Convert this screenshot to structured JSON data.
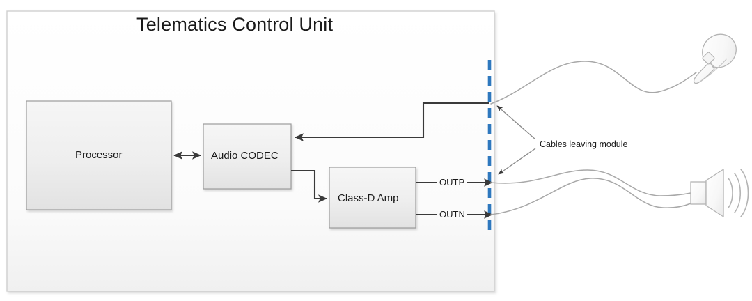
{
  "diagram": {
    "title": "Telematics Control Unit",
    "type": "block-diagram",
    "module": {
      "name": "Telematics Control Unit",
      "boundary_style": "solid-rectangle",
      "open_edge_style": "blue-dashed-line",
      "open_edge_color": "#2E78BE"
    },
    "blocks": [
      {
        "id": "processor",
        "label": "Processor"
      },
      {
        "id": "audio-codec",
        "label": "Audio CODEC"
      },
      {
        "id": "class-d-amp",
        "label": "Class-D Amp"
      }
    ],
    "nets": [
      {
        "id": "outp",
        "label": "OUTP"
      },
      {
        "id": "outn",
        "label": "OUTN"
      }
    ],
    "connections": [
      {
        "from": "processor",
        "to": "audio-codec",
        "direction": "bidirectional"
      },
      {
        "from": "module-boundary",
        "to": "audio-codec",
        "direction": "unidirectional"
      },
      {
        "from": "audio-codec",
        "to": "class-d-amp",
        "direction": "unidirectional"
      },
      {
        "from": "class-d-amp",
        "to": "module-boundary",
        "direction": "unidirectional",
        "net": "outp"
      },
      {
        "from": "class-d-amp",
        "to": "module-boundary",
        "direction": "unidirectional",
        "net": "outn"
      }
    ],
    "annotation": {
      "text": "Cables leaving module",
      "points_to": [
        "microphone-cable",
        "speaker-cable-pair"
      ]
    },
    "peripherals": [
      {
        "id": "microphone",
        "icon": "microphone-icon",
        "cables": 1
      },
      {
        "id": "speaker",
        "icon": "speaker-icon",
        "cables": 2
      }
    ],
    "colors": {
      "block_fill_top": "#f2f2f2",
      "block_fill_bottom": "#e4e4e4",
      "block_stroke": "#9c9c9c",
      "module_fill": "#fbfbfb",
      "module_stroke": "#d0d0d0",
      "wire": "#404040",
      "boundary_dash": "#2E78BE",
      "leader": "#8a8a8a",
      "peripheral_stroke": "#b4b4b4"
    }
  }
}
